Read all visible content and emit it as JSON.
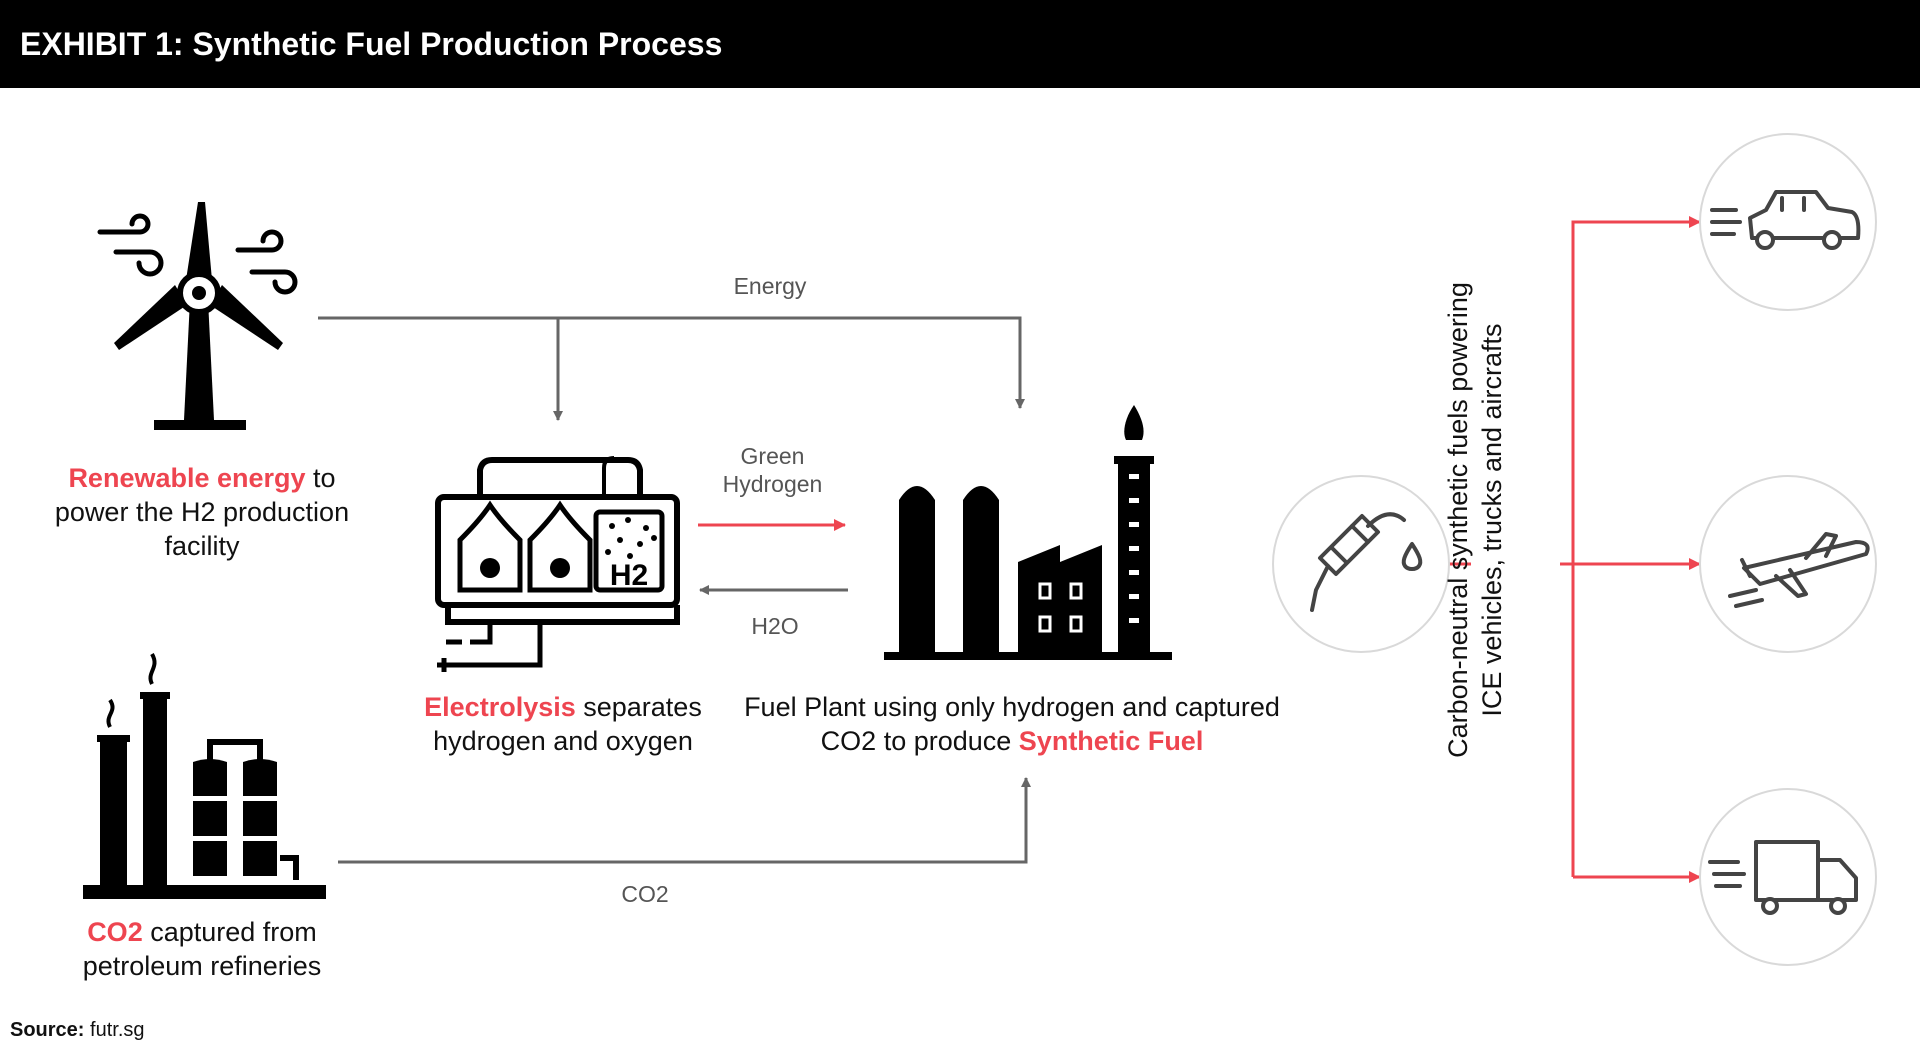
{
  "header": {
    "title": "EXHIBIT 1: Synthetic Fuel Production Process"
  },
  "nodes": {
    "renewable": {
      "highlight": "Renewable energy",
      "text_after": " to power the H2 production facility"
    },
    "co2_source": {
      "highlight": "CO2",
      "text_after": " captured from petroleum refineries"
    },
    "electrolysis": {
      "highlight": "Electrolysis",
      "text_after": " separates hydrogen and oxygen"
    },
    "fuel_plant": {
      "text_before": "Fuel Plant using only hydrogen and captured CO2 to produce ",
      "highlight": "Synthetic Fuel"
    },
    "usage": {
      "text": "Carbon-neutral synthetic fuels powering ICE vehicles, trucks and aircrafts"
    }
  },
  "flows": {
    "energy": "Energy",
    "green_hydrogen": "Green Hydrogen",
    "h2o": "H2O",
    "co2": "CO2"
  },
  "icons": {
    "wind_turbine": "wind-turbine-icon",
    "refinery": "refinery-icon",
    "electrolyzer": "electrolyzer-icon",
    "h2_label": "H2",
    "fuel_plant": "fuel-plant-icon",
    "fuel_pump": "fuel-nozzle-icon",
    "car": "car-icon",
    "airplane": "airplane-icon",
    "truck": "truck-icon"
  },
  "colors": {
    "accent": "#ee4550",
    "arrow_gray": "#666666",
    "header_bg": "#000000"
  },
  "source": {
    "label": "Source:",
    "value": "futr.sg"
  }
}
